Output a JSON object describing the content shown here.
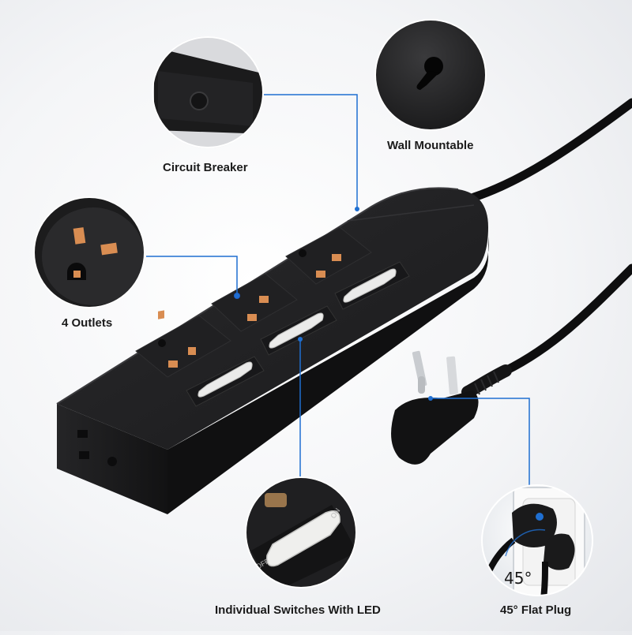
{
  "callouts": {
    "circuit_breaker": "Circuit Breaker",
    "wall_mountable": "Wall Mountable",
    "outlets": "4 Outlets",
    "switches": "Individual Switches With LED",
    "flat_plug": "45° Flat Plug"
  },
  "plug_angle": "45°",
  "switch_markings": {
    "on": "ON",
    "off": "OFF"
  },
  "colors": {
    "callout_line": "#1f6fd1",
    "product": "#1c1c1e",
    "switch_cap": "#e9e9e7"
  }
}
